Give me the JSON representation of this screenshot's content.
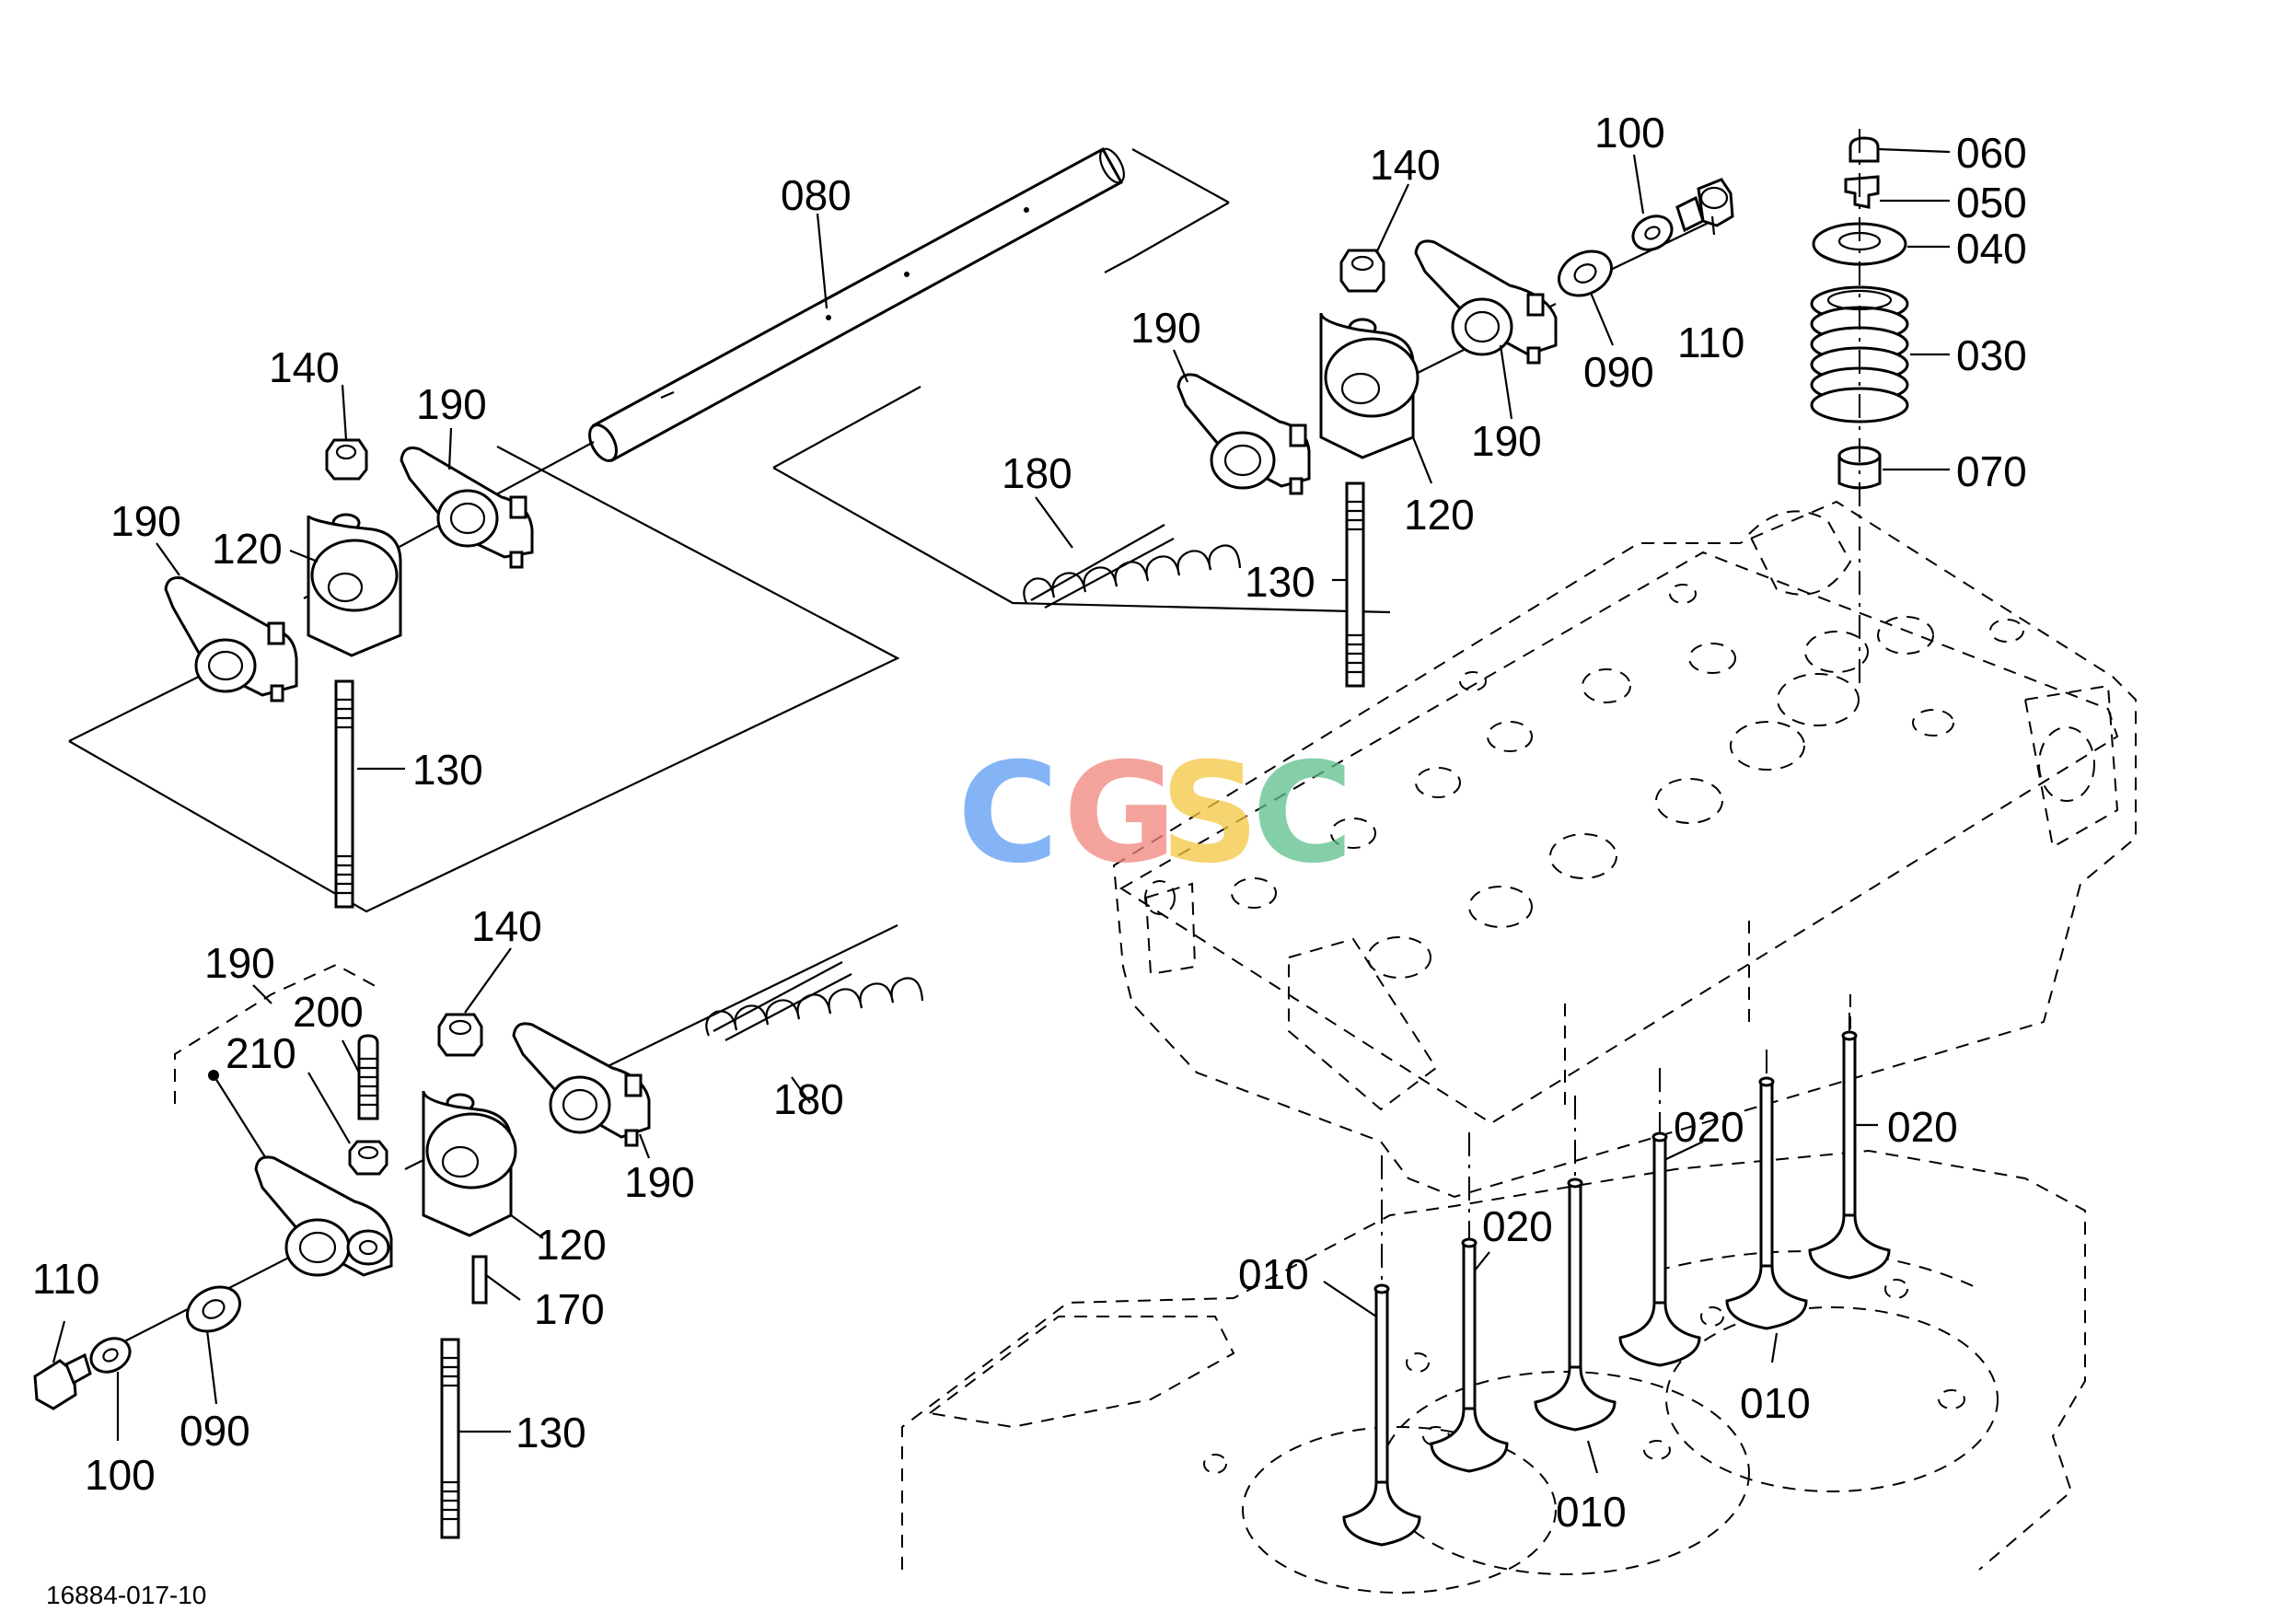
{
  "figure_number": "16884-017-10",
  "watermark": {
    "letters": [
      "C",
      "G",
      "S",
      "C"
    ],
    "colors": [
      "#5b9cf2",
      "#f0857c",
      "#f3c63f",
      "#5bbf8b"
    ]
  },
  "callouts": [
    {
      "id": "lbl-080-shaft",
      "text": "080"
    },
    {
      "id": "lbl-140-a",
      "text": "140"
    },
    {
      "id": "lbl-190-a",
      "text": "190"
    },
    {
      "id": "lbl-190-b",
      "text": "190"
    },
    {
      "id": "lbl-120-a",
      "text": "120"
    },
    {
      "id": "lbl-130-a",
      "text": "130"
    },
    {
      "id": "lbl-140-b",
      "text": "140"
    },
    {
      "id": "lbl-100-a",
      "text": "100"
    },
    {
      "id": "lbl-110-a",
      "text": "110"
    },
    {
      "id": "lbl-090-a",
      "text": "090"
    },
    {
      "id": "lbl-190-c",
      "text": "190"
    },
    {
      "id": "lbl-190-d",
      "text": "190"
    },
    {
      "id": "lbl-180-a",
      "text": "180"
    },
    {
      "id": "lbl-120-b",
      "text": "120"
    },
    {
      "id": "lbl-130-b",
      "text": "130"
    },
    {
      "id": "lbl-060",
      "text": "060"
    },
    {
      "id": "lbl-050",
      "text": "050"
    },
    {
      "id": "lbl-040",
      "text": "040"
    },
    {
      "id": "lbl-030",
      "text": "030"
    },
    {
      "id": "lbl-070",
      "text": "070"
    },
    {
      "id": "lbl-140-c",
      "text": "140"
    },
    {
      "id": "lbl-190-e",
      "text": "190"
    },
    {
      "id": "lbl-200",
      "text": "200"
    },
    {
      "id": "lbl-210",
      "text": "210"
    },
    {
      "id": "lbl-180-b",
      "text": "180"
    },
    {
      "id": "lbl-190-f",
      "text": "190"
    },
    {
      "id": "lbl-120-c",
      "text": "120"
    },
    {
      "id": "lbl-170",
      "text": "170"
    },
    {
      "id": "lbl-110-b",
      "text": "110"
    },
    {
      "id": "lbl-090-b",
      "text": "090"
    },
    {
      "id": "lbl-100-b",
      "text": "100"
    },
    {
      "id": "lbl-130-c",
      "text": "130"
    },
    {
      "id": "lbl-020-a",
      "text": "020"
    },
    {
      "id": "lbl-020-b",
      "text": "020"
    },
    {
      "id": "lbl-020-c",
      "text": "020"
    },
    {
      "id": "lbl-010-a",
      "text": "010"
    },
    {
      "id": "lbl-010-b",
      "text": "010"
    },
    {
      "id": "lbl-010-c",
      "text": "010"
    }
  ]
}
